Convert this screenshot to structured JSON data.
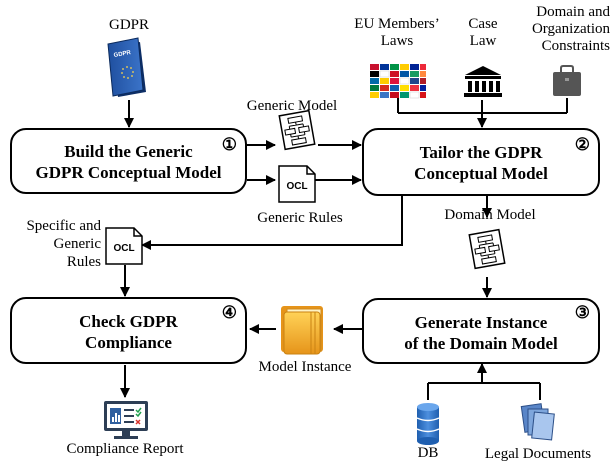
{
  "steps": [
    {
      "number": "①",
      "title_line1": "Build the Generic",
      "title_line2": "GDPR Conceptual Model"
    },
    {
      "number": "②",
      "title_line1": "Tailor the GDPR",
      "title_line2": "Conceptual Model"
    },
    {
      "number": "③",
      "title_line1": "Generate Instance",
      "title_line2": "of the Domain Model"
    },
    {
      "number": "④",
      "title_line1": "Check GDPR",
      "title_line2": "Compliance"
    }
  ],
  "inputs": {
    "gdpr": "GDPR",
    "gdpr_book_text": "GDPR",
    "eu_laws_line1": "EU Members’",
    "eu_laws_line2": "Laws",
    "case_law_line1": "Case",
    "case_law_line2": "Law",
    "domain_line1": "Domain and",
    "domain_line2": "Organization",
    "domain_line3": "Constraints",
    "db": "DB",
    "legal_documents": "Legal Documents"
  },
  "artifacts": {
    "generic_model": "Generic Model",
    "generic_rules": "Generic Rules",
    "ocl_icon_text": "OCL",
    "domain_model": "Domain Model",
    "specific_rules_line1": "Specific and",
    "specific_rules_line2": "Generic",
    "specific_rules_line3": "Rules",
    "model_instance": "Model Instance",
    "compliance_report": "Compliance Report"
  }
}
